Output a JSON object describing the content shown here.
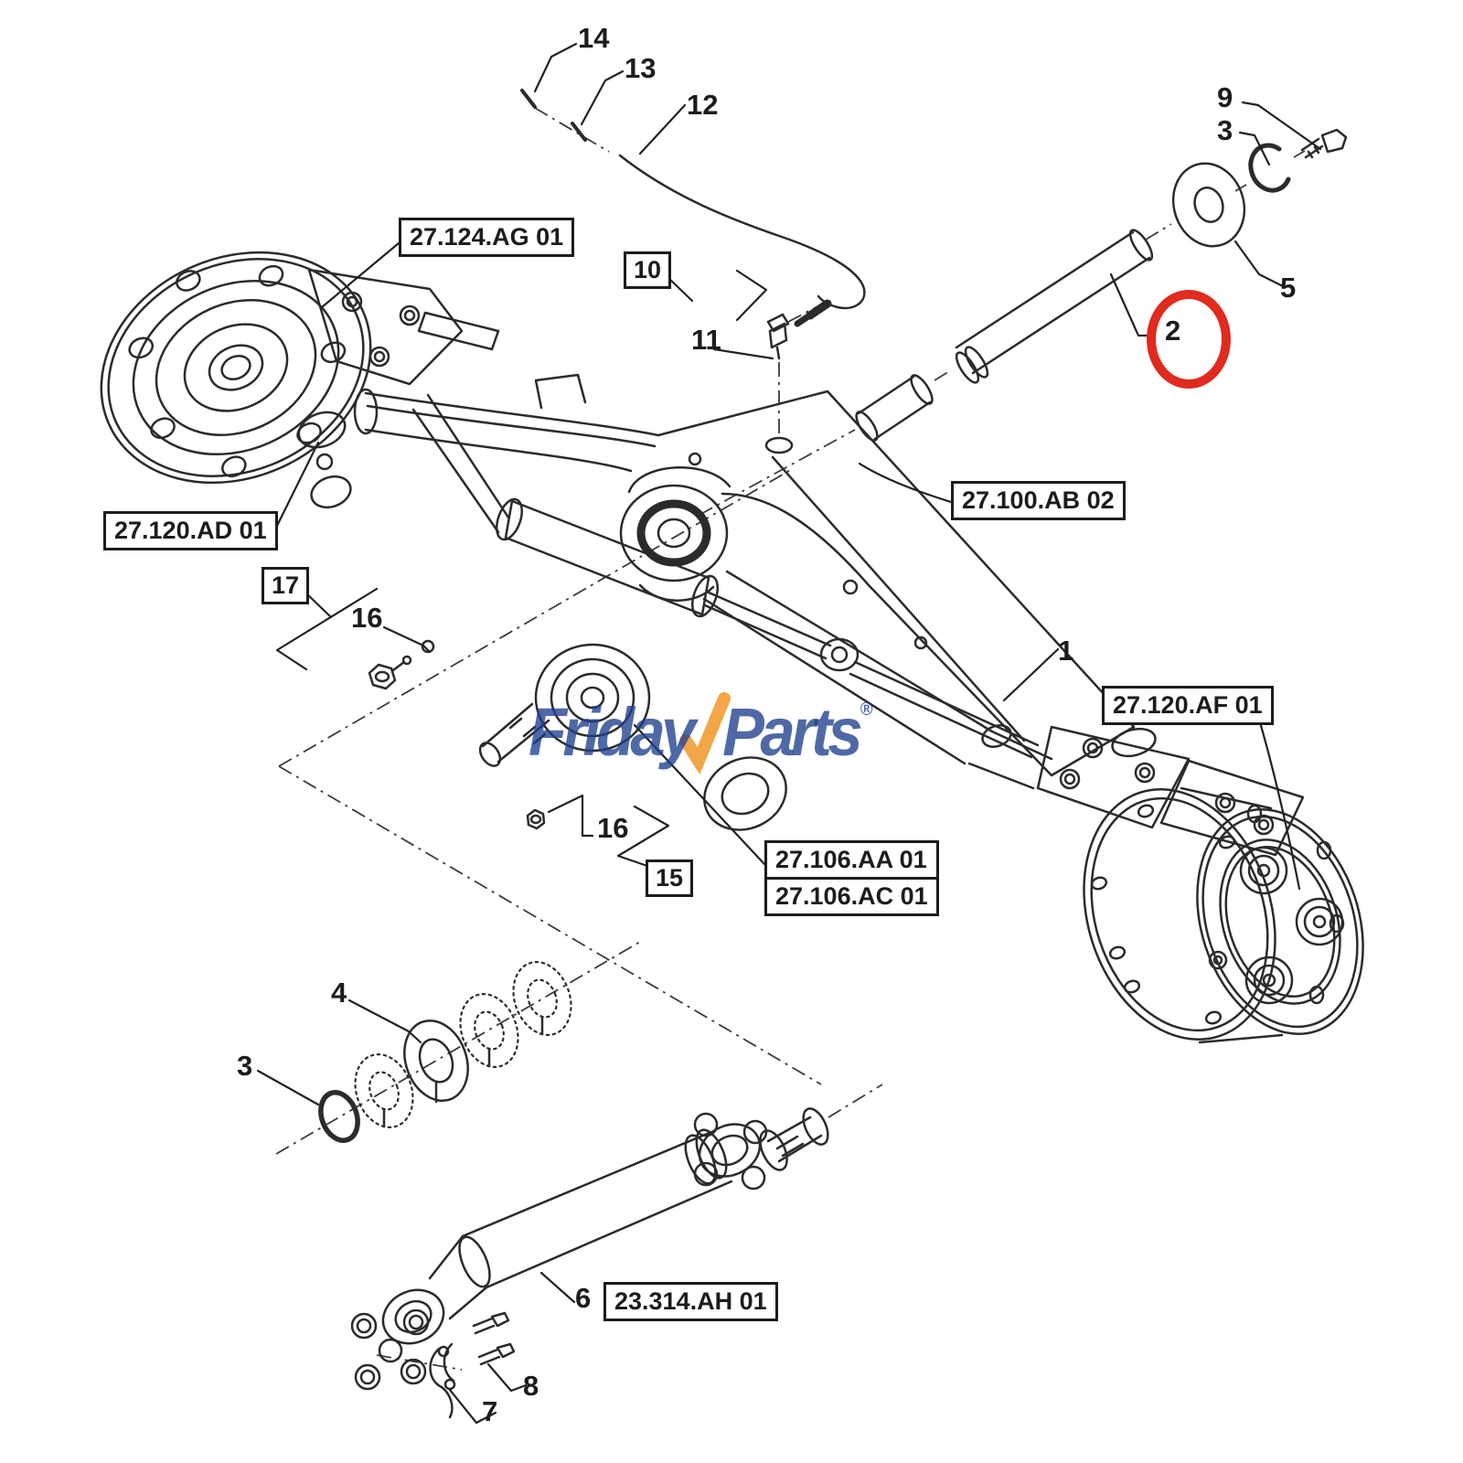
{
  "watermark": {
    "word1": "Friday",
    "word2": "Parts",
    "registered": "®",
    "blue": "#1d3f8e",
    "orange": "#f2a13d"
  },
  "highlight": {
    "part_number": "2",
    "color": "#e02b1e"
  },
  "callouts": {
    "boxed": [
      {
        "text": "27.124.AG 01"
      },
      {
        "text": "27.120.AD 01"
      },
      {
        "text": "27.100.AB 02"
      },
      {
        "text": "27.120.AF 01"
      },
      {
        "text": "27.106.AA 01"
      },
      {
        "text": "27.106.AC 01"
      },
      {
        "text": "23.314.AH 01"
      },
      {
        "text": "10"
      },
      {
        "text": "15"
      },
      {
        "text": "17"
      }
    ],
    "numbers": [
      {
        "text": "14"
      },
      {
        "text": "13"
      },
      {
        "text": "12"
      },
      {
        "text": "11"
      },
      {
        "text": "9"
      },
      {
        "text": "3"
      },
      {
        "text": "5"
      },
      {
        "text": "2"
      },
      {
        "text": "1"
      },
      {
        "text": "16"
      },
      {
        "text": "16"
      },
      {
        "text": "4"
      },
      {
        "text": "3"
      },
      {
        "text": "6"
      },
      {
        "text": "8"
      },
      {
        "text": "7"
      }
    ]
  }
}
